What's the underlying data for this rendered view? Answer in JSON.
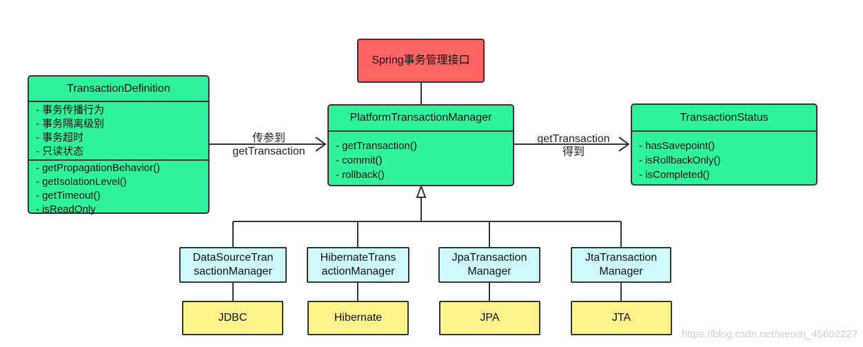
{
  "interface_box": {
    "label": "Spring事务管理接口"
  },
  "definition": {
    "title": "TransactionDefinition",
    "attributes": [
      "- 事务传播行为",
      "- 事务隔离级别",
      "- 事务超时",
      "- 只读状态"
    ],
    "methods": [
      "- getPropagationBehavior()",
      "- getIsolationLevel()",
      "- getTimeout()",
      "- isReadOnly"
    ]
  },
  "manager": {
    "title": "PlatformTransactionManager",
    "methods": [
      "- getTransaction()",
      "- commit()",
      "- rollback()"
    ]
  },
  "status": {
    "title": "TransactionStatus",
    "methods": [
      "- hasSavepoint()",
      "- isRollbackOnly()",
      "- isCompleted()"
    ]
  },
  "edge_left": {
    "line1": "传参到",
    "line2": "getTransaction"
  },
  "edge_right": {
    "line1": "getTransaction",
    "line2": "得到"
  },
  "implementations": [
    {
      "line1": "DataSourceTran",
      "line2": "sactionManager",
      "tech": "JDBC"
    },
    {
      "line1": "HibernateTrans",
      "line2": "actionManager",
      "tech": "Hibernate"
    },
    {
      "line1": "JpaTransaction",
      "line2": "Manager",
      "tech": "JPA"
    },
    {
      "line1": "JtaTransaction",
      "line2": "Manager",
      "tech": "JTA"
    }
  ],
  "watermark": "https://blog.csdn.net/weixin_45602227"
}
